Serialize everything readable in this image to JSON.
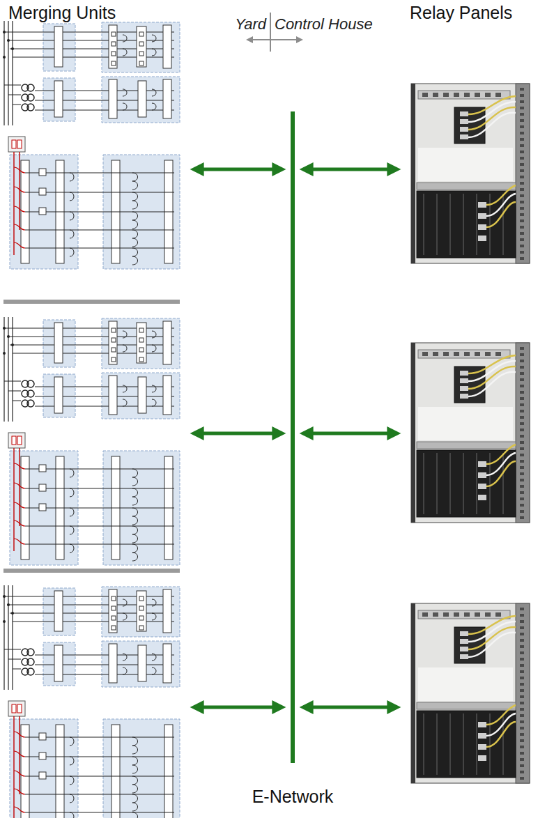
{
  "diagram": {
    "nodes": [
      {
        "text": [
          "Merging Units"
        ]
      },
      {
        "text": [
          "E-Network"
        ]
      },
      {
        "text": [
          "Relay Panels"
        ]
      }
    ],
    "edges": [
      {
        "from": 0,
        "to": 1,
        "arrow": "both"
      },
      {
        "from": 0,
        "to": 1,
        "arrow": "both"
      },
      {
        "from": 0,
        "to": 1,
        "arrow": "both"
      },
      {
        "from": 1,
        "to": 2,
        "arrow": "both"
      },
      {
        "from": 1,
        "to": 2,
        "arrow": "both"
      },
      {
        "from": 1,
        "to": 2,
        "arrow": "both"
      }
    ],
    "labels": [
      "Yard",
      "Control House"
    ]
  }
}
